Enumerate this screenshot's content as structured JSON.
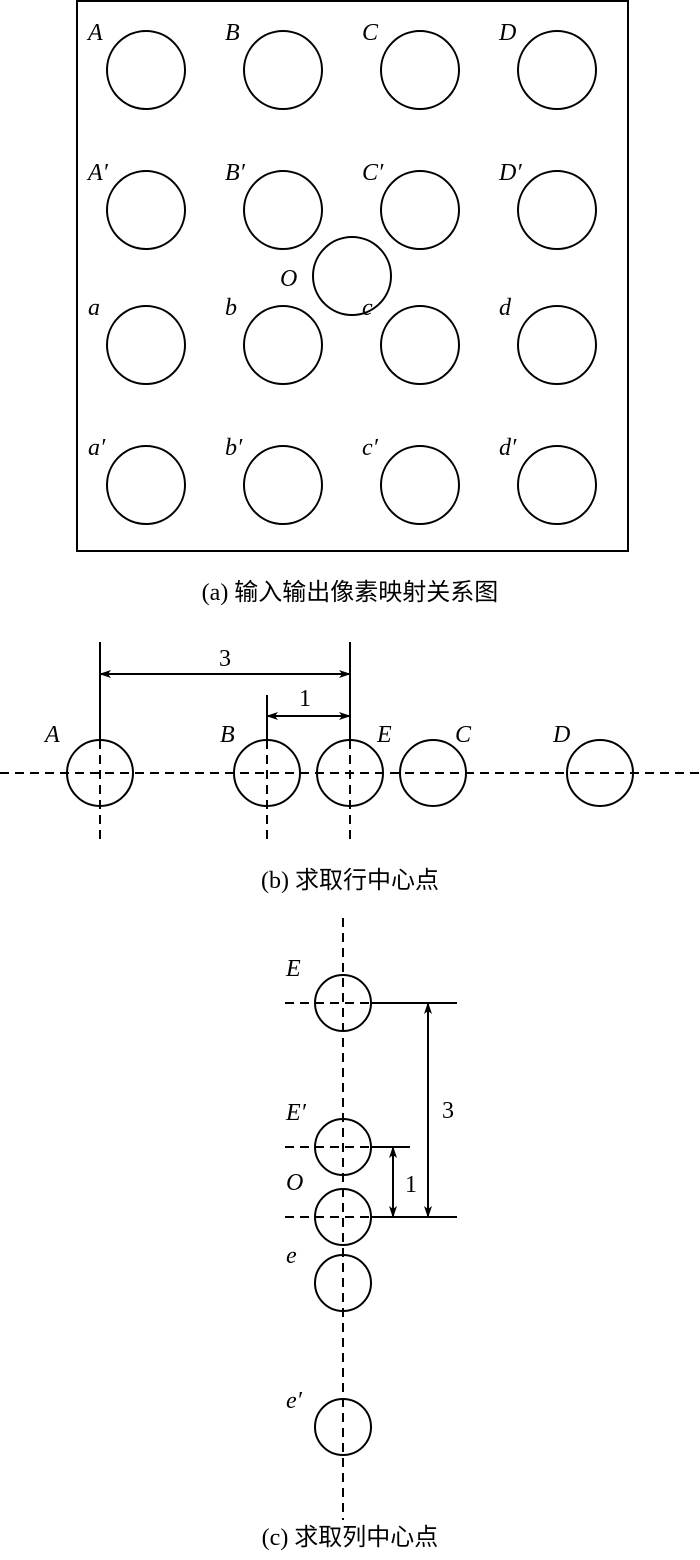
{
  "panel_a": {
    "caption": "(a) 输入输出像素映射关系图",
    "rows": [
      [
        "A",
        "B",
        "C",
        "D"
      ],
      [
        "A′",
        "B′",
        "C′",
        "D′"
      ],
      [
        "a",
        "b",
        "c",
        "d"
      ],
      [
        "a′",
        "b′",
        "c′",
        "d′"
      ]
    ],
    "center_label": "O"
  },
  "panel_b": {
    "caption": "(b) 求取行中心点",
    "labels": [
      "A",
      "B",
      "E",
      "C",
      "D"
    ],
    "dim_large": "3",
    "dim_small": "1"
  },
  "panel_c": {
    "caption": "(c) 求取列中心点",
    "labels": [
      "E",
      "E′",
      "O",
      "e",
      "e′"
    ],
    "dim_large": "3",
    "dim_small": "1"
  }
}
